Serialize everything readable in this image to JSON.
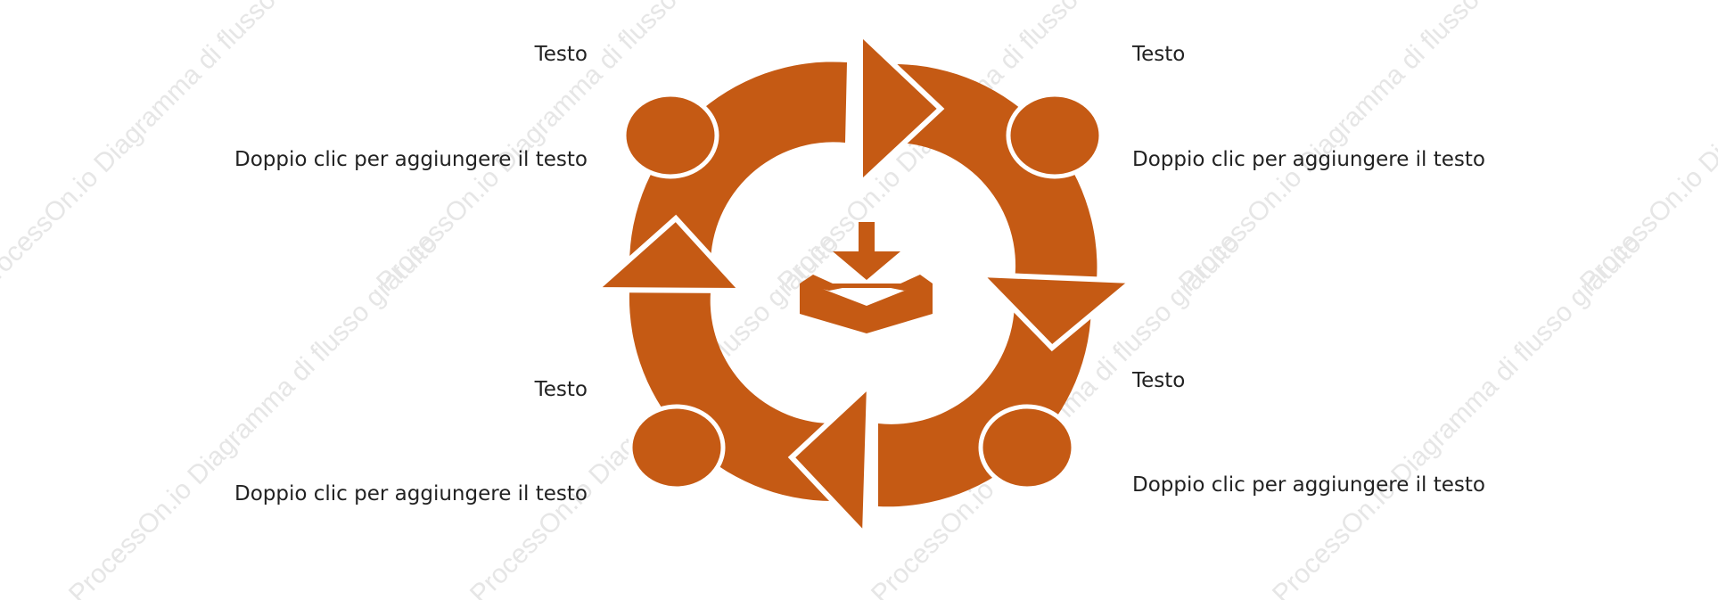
{
  "colors": {
    "accent": "#c55a14",
    "background": "#ffffff",
    "text": "#222222",
    "watermark": "#e6e6e6"
  },
  "watermark": {
    "text": "ProcessOn.io Diagramma di flusso gratuito"
  },
  "center_icon": "download-tray-icon",
  "items": [
    {
      "title": "Testo",
      "description": "Doppio clic per aggiungere il testo",
      "icon": "person-icon"
    },
    {
      "title": "Testo",
      "description": "Doppio clic per aggiungere il testo",
      "icon": "person-icon"
    },
    {
      "title": "Testo",
      "description": "Doppio clic per aggiungere il testo",
      "icon": "person-icon"
    },
    {
      "title": "Testo",
      "description": "Doppio clic per aggiungere il testo",
      "icon": "person-icon"
    }
  ]
}
